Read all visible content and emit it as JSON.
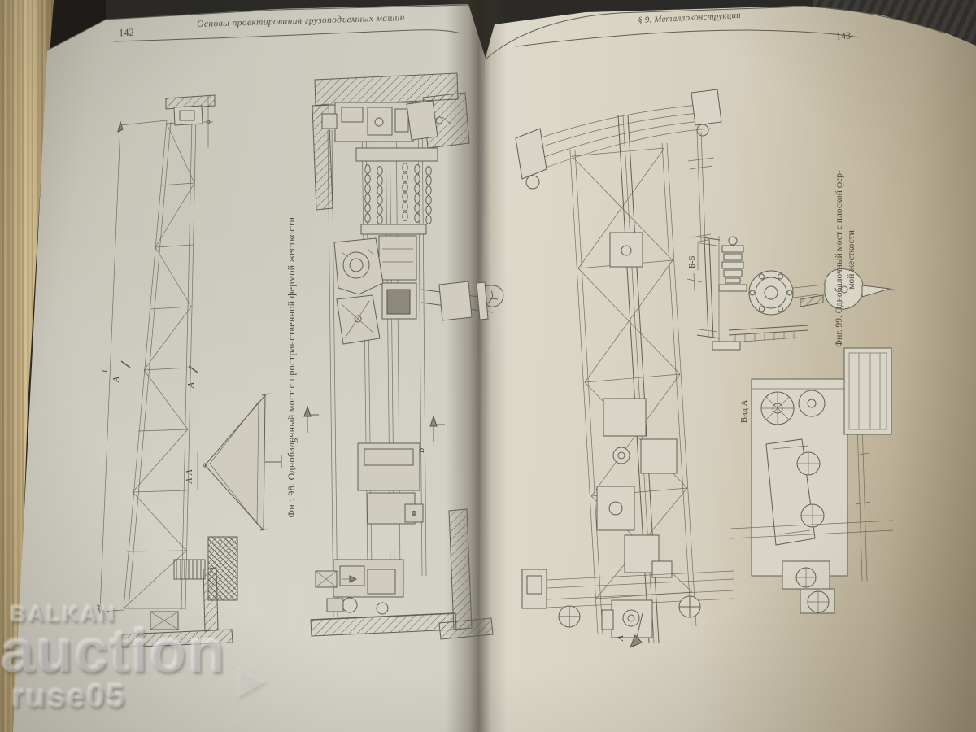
{
  "book": {
    "left_page": {
      "page_number": "142",
      "running_header": "Основы проектирования грузоподъемных машин",
      "figure_caption": "Фиг. 98. Однобалочный мост с пространственной фермой жесткости.",
      "labels": {
        "dimension_l": "L",
        "section_a_left": "A",
        "section_a_right": "A",
        "section_aa": "А-А",
        "section_b1": "Б",
        "section_b2": "Б"
      }
    },
    "right_page": {
      "page_number": "143",
      "running_header": "§ 9. Металлоконструкции",
      "figure_caption_line1": "Фиг. 99. Однобалочный мост с плоской фер-",
      "figure_caption_line2": "мой жесткости.",
      "labels": {
        "section_bb": "Б-Б",
        "view_a": "Вид А",
        "view_arrow_a": "А"
      }
    }
  },
  "watermark": {
    "line1": "BALKAN",
    "line2": "auction",
    "line3": "ruse05",
    "arrow_icon": "right-triangle"
  },
  "colors": {
    "background": "#2b2a26",
    "page_left": "#d0cdc2",
    "page_right": "#dedacb",
    "page_stack": "#c9b283",
    "ink": "#615f53",
    "watermark": "#e4e4e2"
  }
}
